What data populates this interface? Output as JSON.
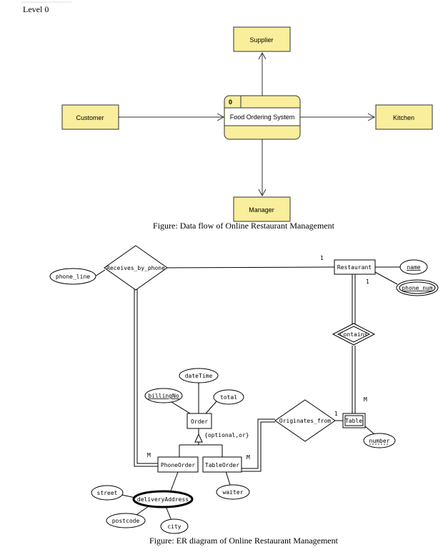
{
  "level_label": "Level 0",
  "dfd": {
    "process": {
      "number": "0",
      "name": "Food Ordering System"
    },
    "entities": {
      "supplier": "Supplier",
      "customer": "Customer",
      "kitchen": "Kitchen",
      "manager": "Manager"
    },
    "caption": "Figure: Data flow of Online Restaurant Management",
    "colors": {
      "entity_fill": "#f8ee9c",
      "stroke": "#333333"
    }
  },
  "er": {
    "entities": {
      "restaurant": "Restaurant",
      "order": "Order",
      "phone_order": "PhoneOrder",
      "table_order": "TableOrder",
      "table": "Table"
    },
    "relationships": {
      "receives_by_phone": "Receives_by_phone",
      "contains": "Contains",
      "originates_from": "Originates_from"
    },
    "attributes": {
      "phone_line": "phone_line",
      "name": "name",
      "phone_num": "phone_num",
      "date_time": "dateTime",
      "billing_no": "billingNo",
      "total": "total",
      "number": "number",
      "waiter": "waiter",
      "delivery_address": "deliveryAddress",
      "street": "street",
      "postcode": "postcode",
      "city": "city"
    },
    "cardinalities": {
      "restaurant_phone": "1",
      "restaurant_contains": "1",
      "table_contains": "M",
      "table_originates": "1",
      "phone_order_m": "M",
      "table_order_m": "M"
    },
    "specialization_label": "{optional,or}",
    "caption": "Figure: ER diagram of Online Restaurant Management"
  }
}
